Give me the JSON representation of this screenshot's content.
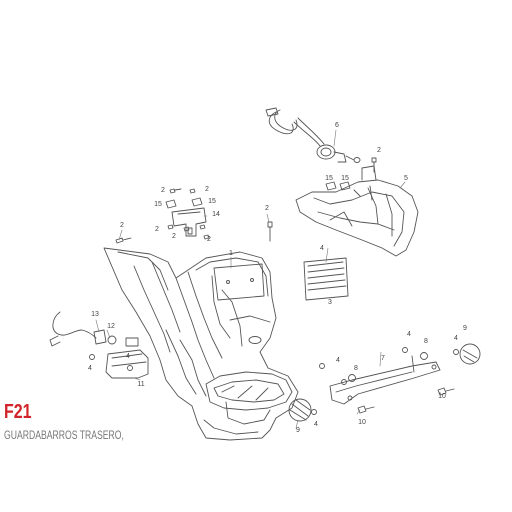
{
  "figure": {
    "code": "F21",
    "caption": "GUARDABARROS TRASERO,"
  },
  "colors": {
    "line": "#555555",
    "accent": "#d2232a",
    "caption": "#777777"
  },
  "callouts": [
    {
      "id": "c1",
      "label": "1"
    },
    {
      "id": "c2a",
      "label": "2"
    },
    {
      "id": "c2b",
      "label": "2"
    },
    {
      "id": "c2c",
      "label": "2"
    },
    {
      "id": "c2d",
      "label": "2"
    },
    {
      "id": "c2e",
      "label": "2"
    },
    {
      "id": "c2f",
      "label": "2"
    },
    {
      "id": "c2g",
      "label": "2"
    },
    {
      "id": "c2h",
      "label": "2"
    },
    {
      "id": "c3",
      "label": "3"
    },
    {
      "id": "c4a",
      "label": "4"
    },
    {
      "id": "c4b",
      "label": "4"
    },
    {
      "id": "c4c",
      "label": "4"
    },
    {
      "id": "c4d",
      "label": "4"
    },
    {
      "id": "c4e",
      "label": "4"
    },
    {
      "id": "c4f",
      "label": "4"
    },
    {
      "id": "c4g",
      "label": "4"
    },
    {
      "id": "c5",
      "label": "5"
    },
    {
      "id": "c6",
      "label": "6"
    },
    {
      "id": "c7",
      "label": "7"
    },
    {
      "id": "c8a",
      "label": "8"
    },
    {
      "id": "c8b",
      "label": "8"
    },
    {
      "id": "c9a",
      "label": "9"
    },
    {
      "id": "c9b",
      "label": "9"
    },
    {
      "id": "c10a",
      "label": "10"
    },
    {
      "id": "c10b",
      "label": "10"
    },
    {
      "id": "c11",
      "label": "11"
    },
    {
      "id": "c12",
      "label": "12"
    },
    {
      "id": "c13",
      "label": "13"
    },
    {
      "id": "c14",
      "label": "14"
    },
    {
      "id": "c15a",
      "label": "15"
    },
    {
      "id": "c15b",
      "label": "15"
    },
    {
      "id": "c15c",
      "label": "15"
    },
    {
      "id": "c15d",
      "label": "15"
    }
  ]
}
